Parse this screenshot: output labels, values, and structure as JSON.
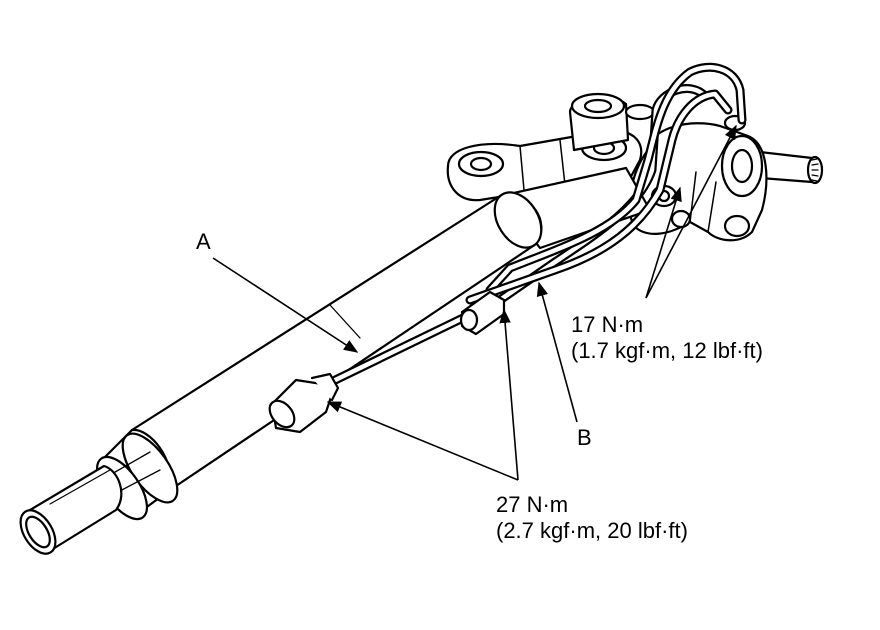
{
  "labels": {
    "a": "A",
    "b": "B"
  },
  "torque_upper": {
    "value": "17 N·m",
    "detail": "(1.7 kgf·m, 12 lbf·ft)"
  },
  "torque_lower": {
    "value": "27 N·m",
    "detail": "(2.7 kgf·m, 20 lbf·ft)"
  },
  "colors": {
    "ink": "#000000",
    "paper": "#ffffff"
  }
}
